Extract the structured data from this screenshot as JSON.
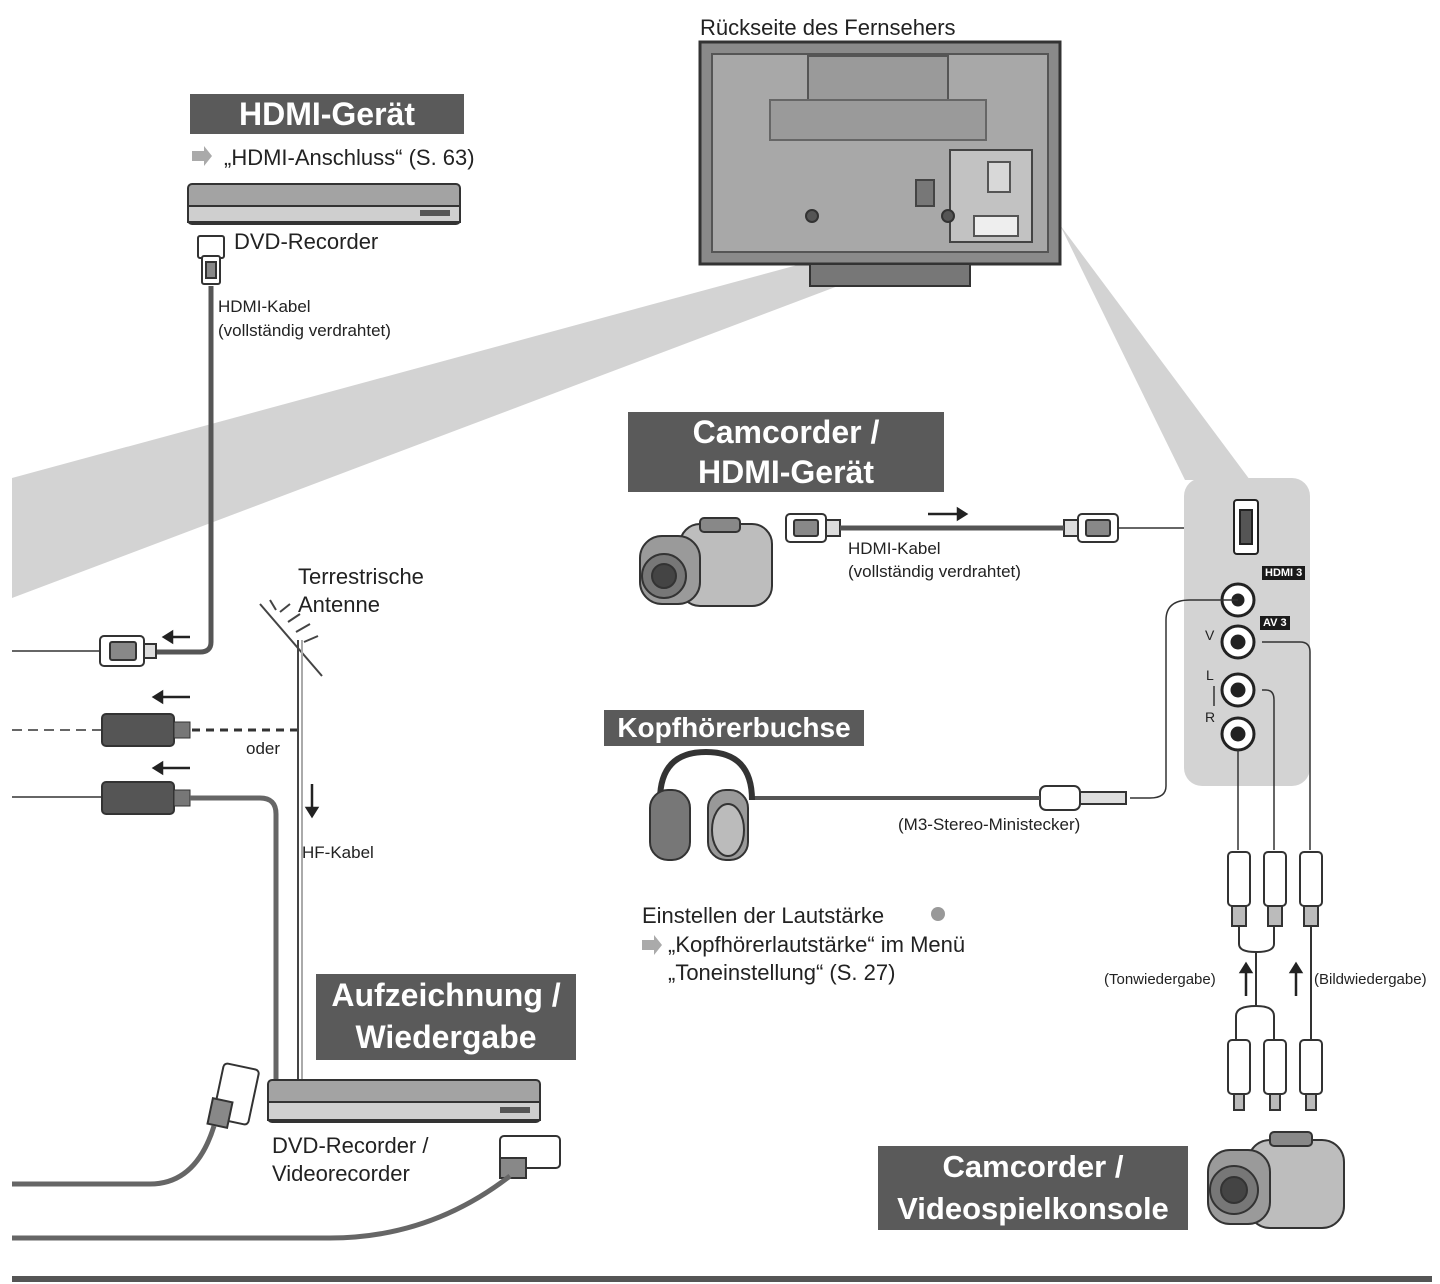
{
  "tv_back_label": "Rückseite des Fernsehers",
  "hdmi_device": {
    "title": "HDMI-Gerät",
    "reference": "„HDMI-Anschluss“ (S. 63)",
    "device": "DVD-Recorder",
    "cable": [
      "HDMI-Kabel",
      "(vollständig verdrahtet)"
    ]
  },
  "camcorder_hdmi": {
    "title": [
      "Camcorder /",
      "HDMI-Gerät"
    ],
    "cable": [
      "HDMI-Kabel",
      "(vollständig verdrahtet)"
    ]
  },
  "antenna": {
    "label": [
      "Terrestrische",
      "Antenne"
    ],
    "or": "oder",
    "cable": "HF-Kabel"
  },
  "headphones": {
    "title": "Kopfhörerbuchse",
    "plug": "(M3-Stereo-Ministecker)",
    "volume_note": "Einstellen der Lautstärke",
    "volume_ref": [
      "„Kopfhörerlautstärke“ im Menü",
      "„Toneinstellung“ (S. 27)"
    ]
  },
  "recording": {
    "title": [
      "Aufzeichnung /",
      "Wiedergabe"
    ],
    "device": [
      "DVD-Recorder /",
      "Videorecorder"
    ]
  },
  "av_panel": {
    "hdmi_tag": "HDMI 3",
    "av_tag": "AV 3",
    "v": "V",
    "l": "L",
    "r": "R",
    "audio": "(Tonwiedergabe)",
    "video": "(Bildwiedergabe)"
  },
  "camcorder_console": {
    "title": [
      "Camcorder /",
      "Videospielkonsole"
    ]
  }
}
